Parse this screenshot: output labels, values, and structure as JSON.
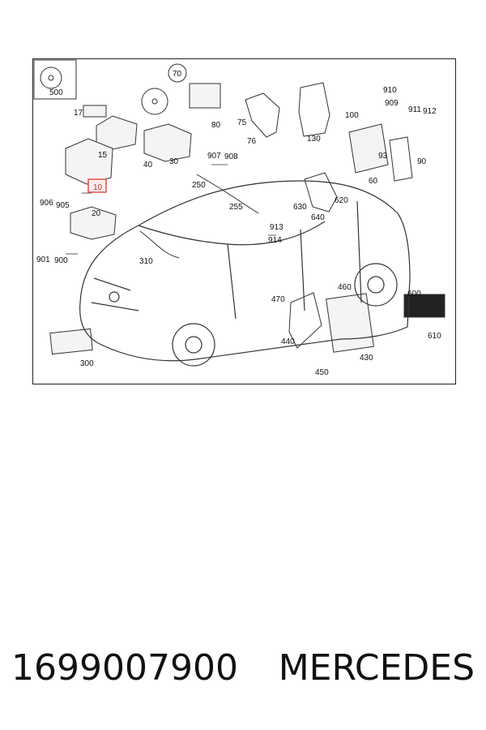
{
  "diagram": {
    "callouts": [
      "500",
      "70",
      "17",
      "15",
      "40",
      "30",
      "80",
      "75",
      "76",
      "130",
      "910",
      "909",
      "100",
      "911",
      "912",
      "93",
      "90",
      "60",
      "10",
      "906",
      "905",
      "907",
      "908",
      "250",
      "255",
      "620",
      "630",
      "640",
      "20",
      "913",
      "914",
      "901",
      "900",
      "310",
      "470",
      "460",
      "600",
      "440",
      "430",
      "610",
      "450",
      "300"
    ],
    "highlighted_callout": "10",
    "colors": {
      "line": "#333333",
      "highlight": "#d9534f",
      "highlight_fill": "#fdecea"
    }
  },
  "footer": {
    "part_number": "1699007900",
    "brand": "MERCEDES"
  }
}
